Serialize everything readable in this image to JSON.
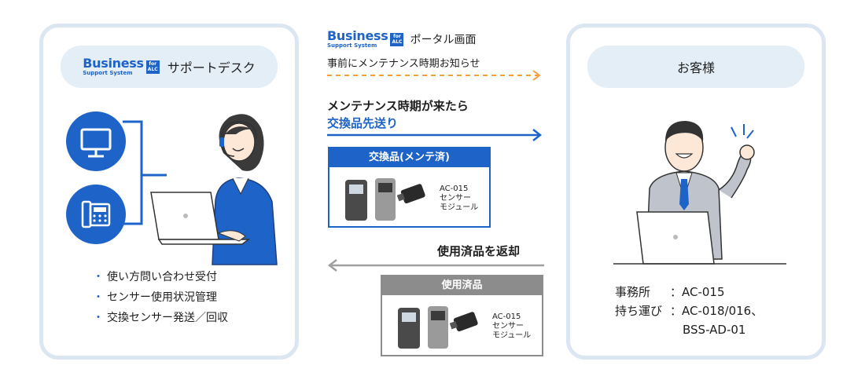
{
  "left_panel": {
    "logo": {
      "word": "Business",
      "sub": "Support System",
      "mark_top": "for",
      "mark_bottom": "ALC"
    },
    "title": "サポートデスク",
    "features": [
      "使い方問い合わせ受付",
      "センサー使用状況管理",
      "交換センサー発送／回収"
    ]
  },
  "middle": {
    "portal_logo": {
      "word": "Business",
      "sub": "Support System",
      "mark_top": "for",
      "mark_bottom": "ALC"
    },
    "portal_title": "ポータル画面",
    "notice_text": "事前にメンテナンス時期お知らせ",
    "maintenance_line1": "メンテナンス時期が来たら",
    "maintenance_line2": "交換品先送り",
    "exchange_card": {
      "title": "交換品(メンテ済)",
      "module_label": [
        "AC-015",
        "センサー",
        "モジュール"
      ]
    },
    "return_text": "使用済品を返却",
    "used_card": {
      "title": "使用済品",
      "module_label": [
        "AC-015",
        "センサー",
        "モジュール"
      ]
    }
  },
  "right_panel": {
    "title": "お客様",
    "office_label": "事務所",
    "office_value": "：AC-015",
    "portable_label": "持ち運び",
    "portable_value_line1": "：AC-018/016、",
    "portable_value_line2": "BSS-AD-01"
  },
  "colors": {
    "brand_blue": "#1e64c8",
    "orange": "#f0a03c",
    "panel_border": "#dce6f2",
    "pill_bg": "#e4eef7",
    "gray_card": "#8c8c8c",
    "gray_arrow": "#a0a0a0"
  },
  "icons": [
    "monitor-icon",
    "phone-icon",
    "headset-operator",
    "customer-ok-gesture",
    "laptop"
  ]
}
